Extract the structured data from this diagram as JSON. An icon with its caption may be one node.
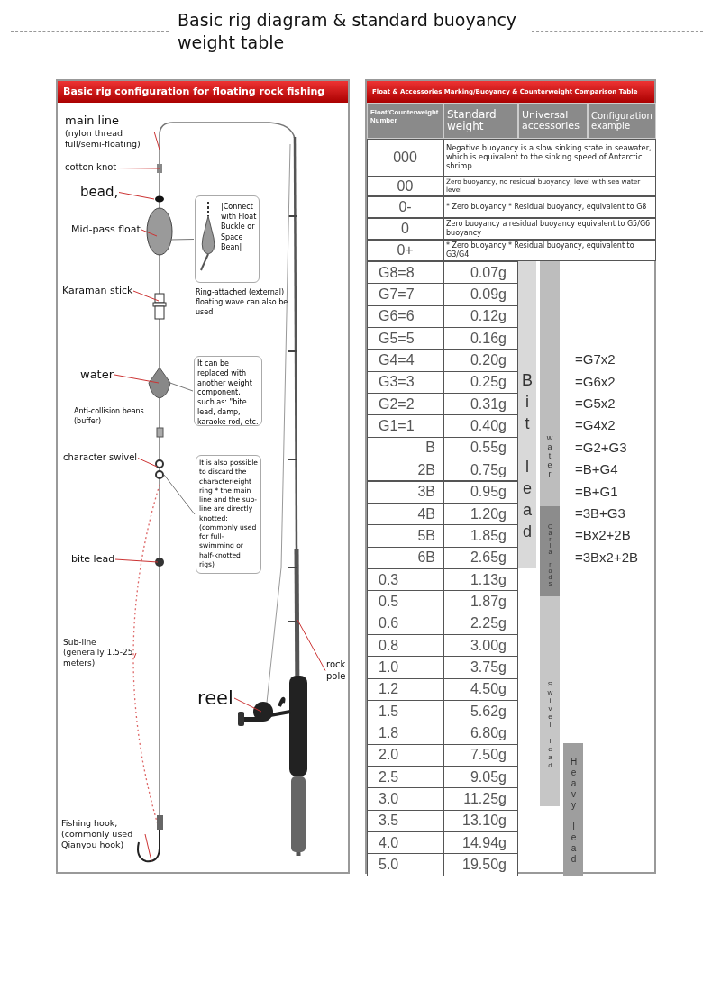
{
  "diagram": {
    "title": "Basic rig diagram & standard buoyancy weight table",
    "nodes": [
      {
        "text": [
          "Basic rig configuration for floating rock fishing"
        ]
      },
      {
        "text": [
          "main line",
          "(nylon thread full/semi-floating)"
        ],
        "in": 0
      },
      {
        "text": [
          "cotton knot"
        ],
        "in": 0
      },
      {
        "text": [
          "bead,"
        ],
        "in": 0
      },
      {
        "text": [
          "Mid-pass float"
        ],
        "in": 0
      },
      {
        "text": [
          "|Connect with Float Buckle or Space Bean|"
        ],
        "beside": [
          "Ring-attached (external) floating wave can also be used"
        ],
        "in": 0
      },
      {
        "text": [
          "Karaman stick"
        ],
        "in": 0
      },
      {
        "text": [
          "water"
        ],
        "in": 0
      },
      {
        "text": [
          "It can be replaced with another weight component, such as: \"bite lead, damp, karaoke rod, etc."
        ],
        "in": 0
      },
      {
        "text": [
          "character swivel"
        ],
        "in": 0
      },
      {
        "text": [
          "It is also possible to discard the character-eight ring * the main line and the sub-line are directly knotted: (commonly used for full-swimming or half-knotted rigs)"
        ],
        "in": 0
      },
      {
        "text": [
          "bite lead"
        ],
        "in": 0
      },
      {
        "text": [
          "Sub-line (generally 1.5-25 meters)"
        ],
        "in": 0
      },
      {
        "text": [
          "Fishing hook, (commonly used Qianyou hook)"
        ],
        "in": 0
      },
      {
        "text": [
          "reel"
        ],
        "in": 0
      },
      {
        "text": [
          "rock pole"
        ],
        "in": 0
      },
      {
        "text": [
          "Float & Accessories Marking/Buoyancy & Counterweight Comparison Table"
        ]
      },
      {
        "text": [
          "Bit lead"
        ],
        "in": 16
      },
      {
        "text": [
          "water"
        ],
        "in": 16
      },
      {
        "text": [
          "Carla rods"
        ],
        "in": 16
      },
      {
        "text": [
          "Swivel lead"
        ],
        "in": 16
      },
      {
        "text": [
          "Heavy lead"
        ],
        "in": 16
      }
    ],
    "edges": [
      {
        "from": 1,
        "to": null,
        "arrow": "none"
      },
      {
        "from": 2,
        "to": null,
        "arrow": "none"
      },
      {
        "from": 3,
        "to": null,
        "arrow": "none"
      },
      {
        "from": 4,
        "to": null,
        "arrow": "none"
      },
      {
        "from": null,
        "to": 5,
        "arrow": "none",
        "color": "#777777"
      },
      {
        "from": 6,
        "to": null,
        "arrow": "none"
      },
      {
        "from": 7,
        "to": null,
        "arrow": "none"
      },
      {
        "from": null,
        "to": 8,
        "arrow": "none",
        "color": "#777777"
      },
      {
        "from": 9,
        "to": null,
        "arrow": "none"
      },
      {
        "from": null,
        "to": 10,
        "arrow": "none",
        "color": "#777777"
      },
      {
        "from": 11,
        "to": null,
        "arrow": "none"
      },
      {
        "from": 12,
        "to": null,
        "arrow": "none"
      },
      {
        "from": 13,
        "to": null,
        "arrow": "none"
      },
      {
        "from": 14,
        "to": null,
        "arrow": "none"
      },
      {
        "from": 15,
        "to": null,
        "arrow": "none"
      }
    ],
    "labels": [
      "Anti-collision beans (buffer)",
      "Float/Counterweight Number",
      "Standard weight",
      "Universal accessories",
      "Configuration example",
      "000",
      "Negative buoyancy is a slow sinking state in seawater, which is equivalent to the sinking speed of Antarctic shrimp.",
      "00",
      "Zero buoyancy, no residual buoyancy, level with sea water level",
      "0-",
      "* Zero buoyancy  * Residual buoyancy, equivalent to G8",
      "0",
      "Zero buoyancy a residual buoyancy equivalent to G5/G6 buoyancy",
      "0+",
      "* Zero buoyancy * Residual buoyancy, equivalent to G3/G4",
      "G8=8",
      "0.07g",
      "G7=7",
      "0.09g",
      "G6=6",
      "0.12g",
      "G5=5",
      "0.16g",
      "G4=4",
      "0.20g",
      "=G7x2",
      "G3=3",
      "0.25g",
      "=G6x2",
      "G2=2",
      "0.31g",
      "=G5x2",
      "G1=1",
      "0.40g",
      "=G4x2",
      "B",
      "0.55g",
      "=G2+G3",
      "2B",
      "0.75g",
      "=B+G4",
      "3B",
      "0.95g",
      "=B+G1",
      "4B",
      "1.20g",
      "=3B+G3",
      "5B",
      "1.85g",
      "=Bx2+2B",
      "6B",
      "2.65g",
      "=3Bx2+2B",
      "0.3",
      "1.13g",
      "0.5",
      "1.87g",
      "0.6",
      "2.25g",
      "0.8",
      "3.00g",
      "1.0",
      "3.75g",
      "1.2",
      "4.50g",
      "1.5",
      "5.62g",
      "1.8",
      "6.80g",
      "2.0",
      "7.50g",
      "2.5",
      "9.05g",
      "3.0",
      "11.25g",
      "3.5",
      "13.10g",
      "4.0",
      "14.94g",
      "5.0",
      "19.50g"
    ]
  }
}
